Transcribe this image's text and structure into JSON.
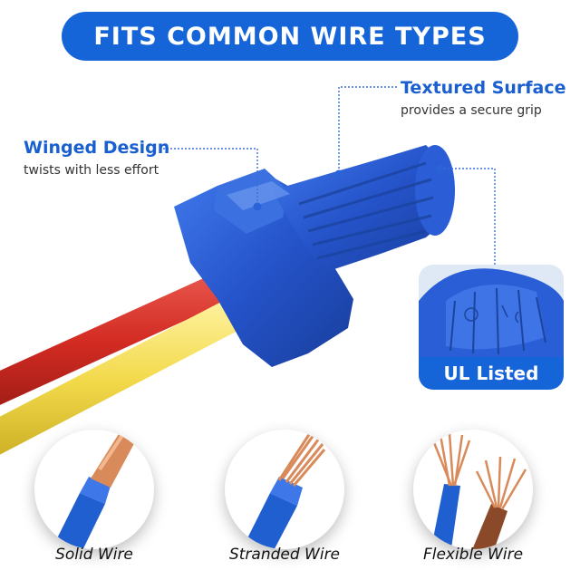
{
  "banner": {
    "title": "FITS COMMON WIRE TYPES"
  },
  "callouts": {
    "winged": {
      "title": "Winged Design",
      "subtitle": "twists with less effort"
    },
    "textured": {
      "title": "Textured Surface",
      "subtitle": "provides a secure grip"
    }
  },
  "ul_badge": {
    "label": "UL Listed"
  },
  "wire_types": [
    {
      "label": "Solid Wire"
    },
    {
      "label": "Stranded Wire"
    },
    {
      "label": "Flexible Wire"
    }
  ],
  "colors": {
    "accent": "#1565d8",
    "connector": "#2a5fd6",
    "red_wire": "#d6312a",
    "yellow_wire": "#f0d84a",
    "copper": "#d98a5a"
  }
}
